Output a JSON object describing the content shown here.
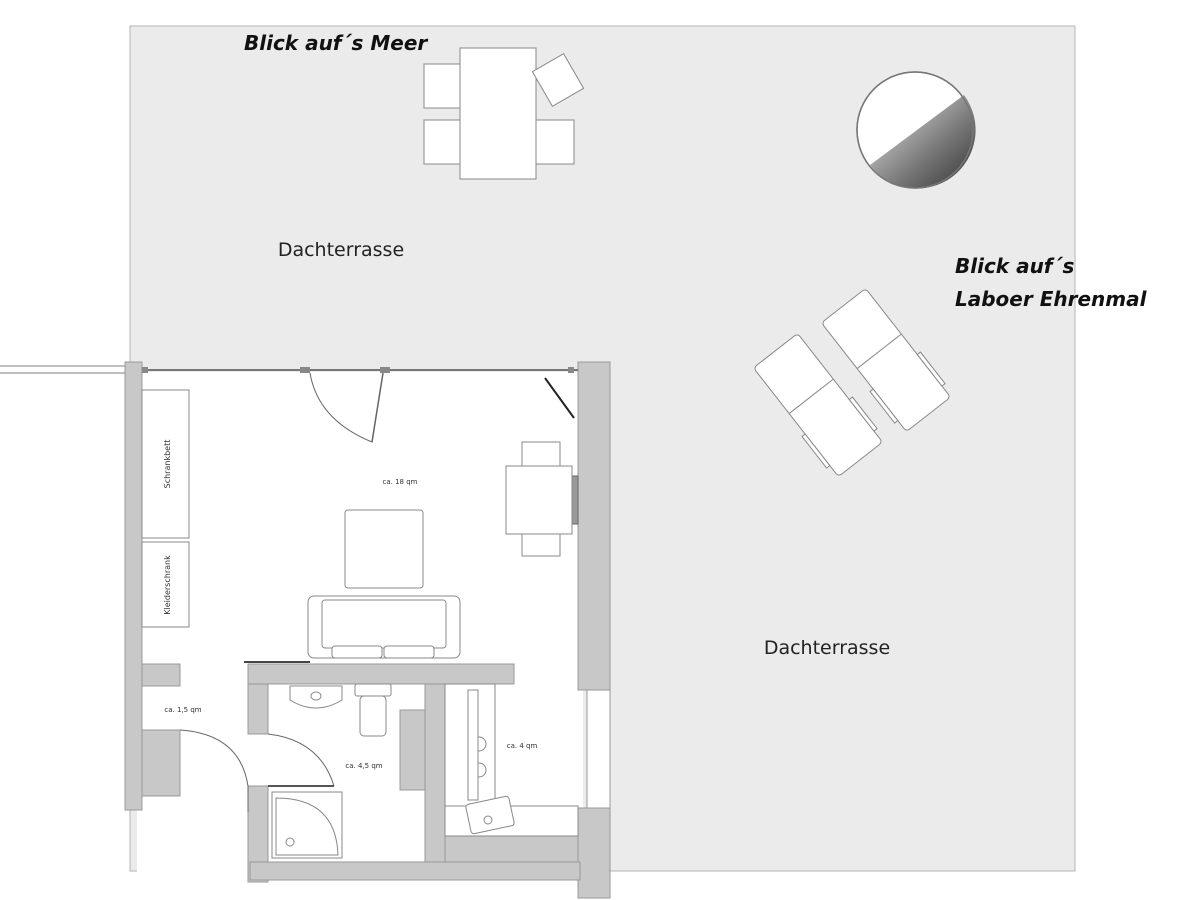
{
  "terrace": {
    "label_top": "Dachterrasse",
    "label_right": "Dachterrasse"
  },
  "views": {
    "sea": "Blick auf´s Meer",
    "memorial_line1": "Blick auf´s",
    "memorial_line2": "Laboer Ehrenmal"
  },
  "rooms": {
    "living_area": "ca. 18 qm",
    "hall_area": "ca. 1,5 qm",
    "bath_area": "ca. 4,5 qm",
    "kitchen_area": "ca. 4 qm"
  },
  "furniture": {
    "cabinet_bed": "Schrankbett",
    "wardrobe": "Kleiderschrank"
  },
  "colors": {
    "terrace_fill": "#ebebeb",
    "wall_fill": "#c8c8c8",
    "interior_fill": "#ffffff",
    "outline": "#999999"
  }
}
